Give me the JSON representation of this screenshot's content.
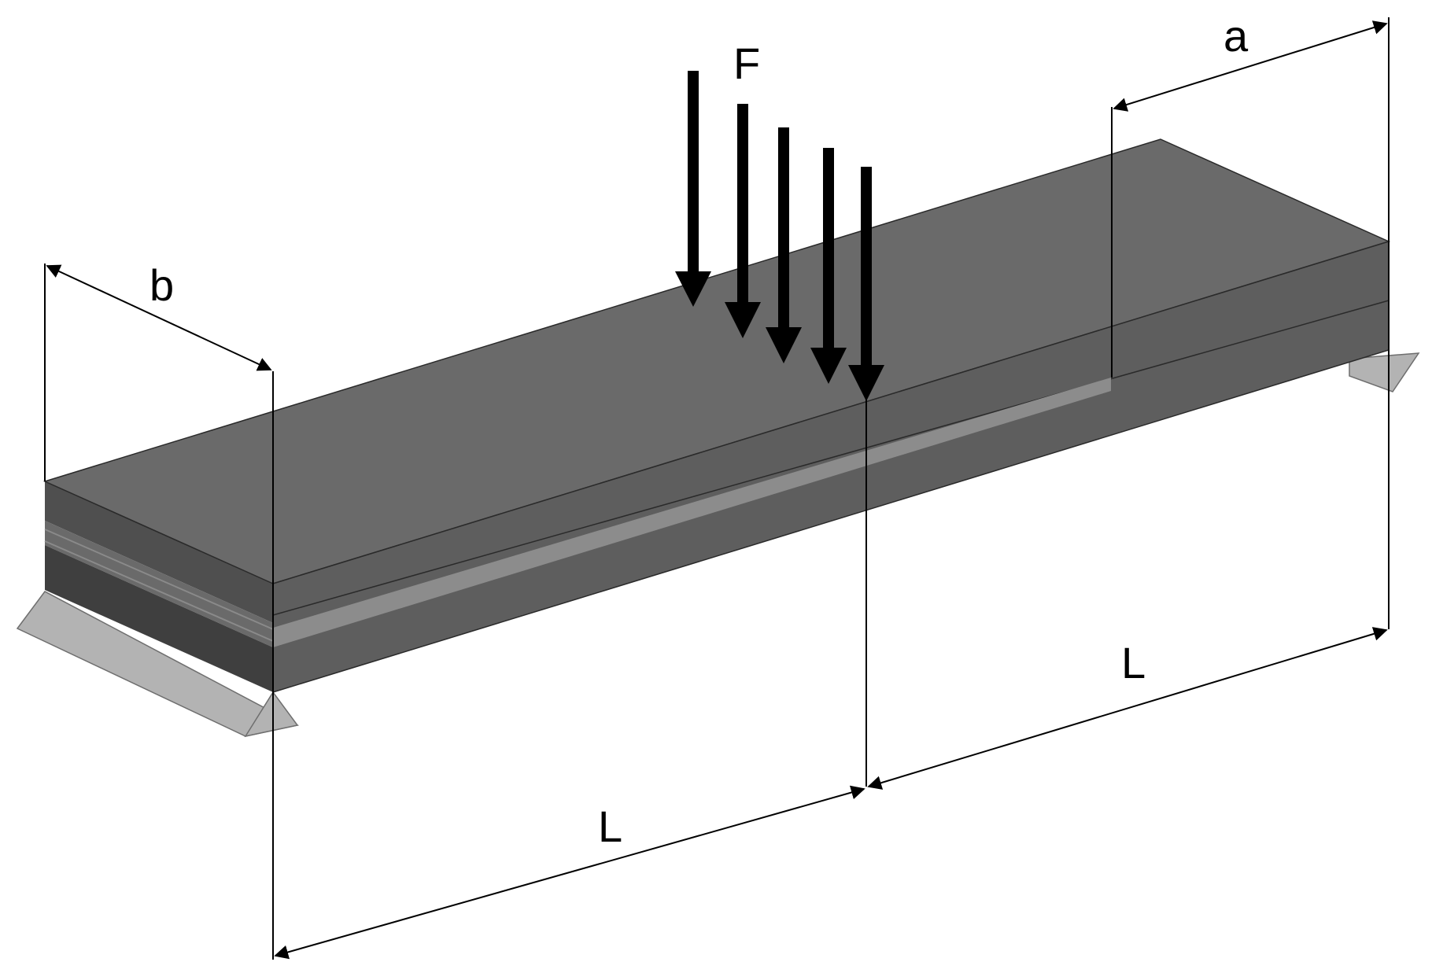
{
  "labels": {
    "force": "F",
    "crack_length": "a",
    "width": "b",
    "span_left": "L",
    "span_right": "L"
  },
  "colors": {
    "beam_top": "#6a6a6a",
    "beam_front": "#5e5e5e",
    "beam_end_dark": "#3f3f3f",
    "beam_end_light": "#666666",
    "crack_strip": "#8c8c8c",
    "support": "#b3b3b3",
    "arrow": "#000000",
    "dimension": "#000000"
  },
  "icons": {
    "force_arrows": "down-arrow",
    "supports": "triangular-roller-support"
  }
}
